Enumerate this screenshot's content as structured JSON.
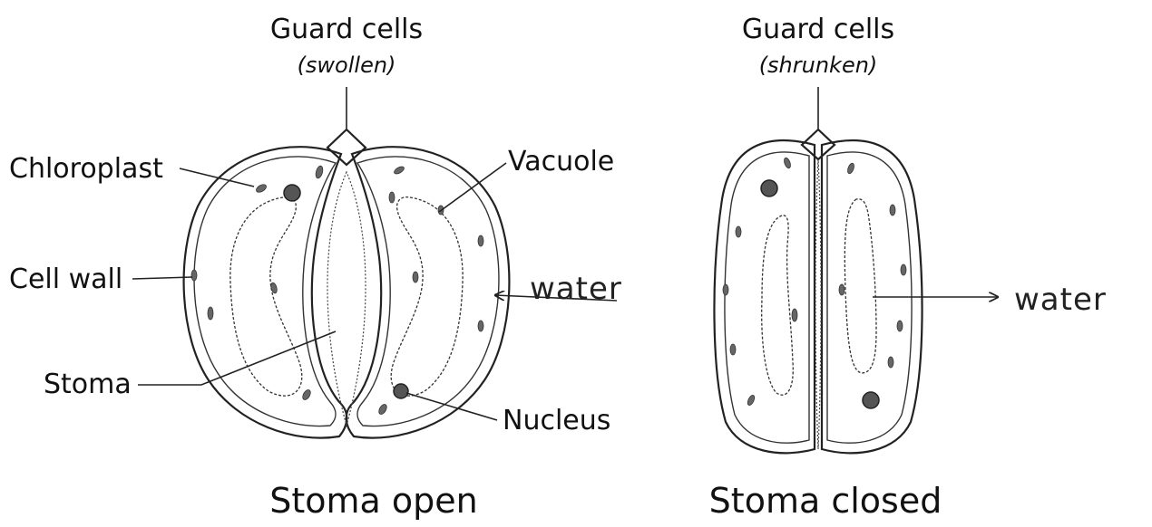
{
  "open_panel": {
    "title": "Guard cells",
    "subtitle": "(swollen)",
    "caption": "Stoma open",
    "labels": {
      "chloroplast": "Chloroplast",
      "vacuole": "Vacuole",
      "cell_wall": "Cell wall",
      "stoma": "Stoma",
      "nucleus": "Nucleus"
    },
    "water_note": "water"
  },
  "closed_panel": {
    "title": "Guard cells",
    "subtitle": "(shrunken)",
    "caption": "Stoma closed",
    "water_note": "water"
  }
}
